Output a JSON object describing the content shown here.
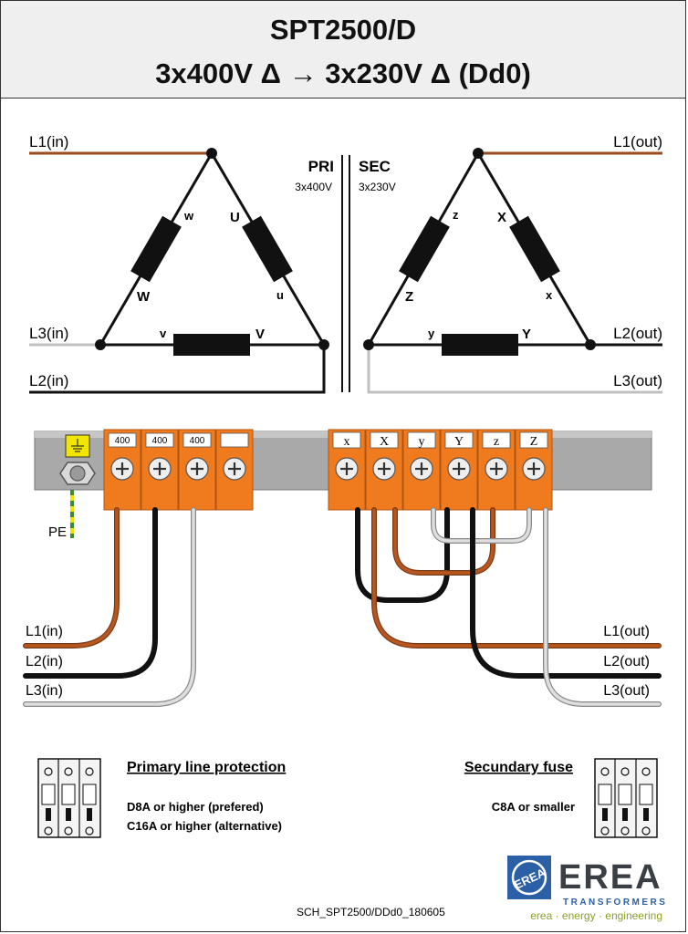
{
  "header": {
    "title": "SPT2500/D",
    "subtitle": "3x400V Δ → 3x230V Δ  (Dd0)"
  },
  "schematic": {
    "pri_label": "PRI",
    "pri_voltage": "3x400V",
    "sec_label": "SEC",
    "sec_voltage": "3x230V",
    "primary_lines": [
      "L1(in)",
      "L3(in)",
      "L2(in)"
    ],
    "secondary_lines": [
      "L1(out)",
      "L2(out)",
      "L3(out)"
    ],
    "primary_coil_labels": {
      "w": "w",
      "W": "W",
      "U": "U",
      "u": "u",
      "v": "v",
      "V": "V"
    },
    "secondary_coil_labels": {
      "z": "z",
      "Z": "Z",
      "X": "X",
      "x": "x",
      "y": "y",
      "Y": "Y"
    }
  },
  "terminal_block": {
    "pe_label": "PE",
    "primary_terminals": [
      "400",
      "400",
      "400",
      ""
    ],
    "secondary_terminals": [
      "x",
      "X",
      "y",
      "Y",
      "z",
      "Z"
    ]
  },
  "wiring": {
    "input_lines": [
      "L1(in)",
      "L2(in)",
      "L3(in)"
    ],
    "output_lines": [
      "L1(out)",
      "L2(out)",
      "L3(out)"
    ]
  },
  "protection": {
    "primary_title": "Primary line protection",
    "primary_lines": [
      "D8A or higher (prefered)",
      "C16A or higher (alternative)"
    ],
    "secondary_title": "Secundary fuse",
    "secondary_lines": [
      "C8A or smaller"
    ]
  },
  "footer": {
    "doc_code": "SCH_SPT2500/DDd0_180605",
    "logo_text": "EREA",
    "logo_sub": "TRANSFORMERS",
    "tagline": "erea · energy · engineering"
  },
  "colors": {
    "brown": "#9b4a1f",
    "black": "#111111",
    "grey": "#c8c8c8",
    "orange": "#f07a1e",
    "rail": "#a9a9a9",
    "brand_blue": "#2b5fa6",
    "tagline_green": "#8aa02a"
  }
}
